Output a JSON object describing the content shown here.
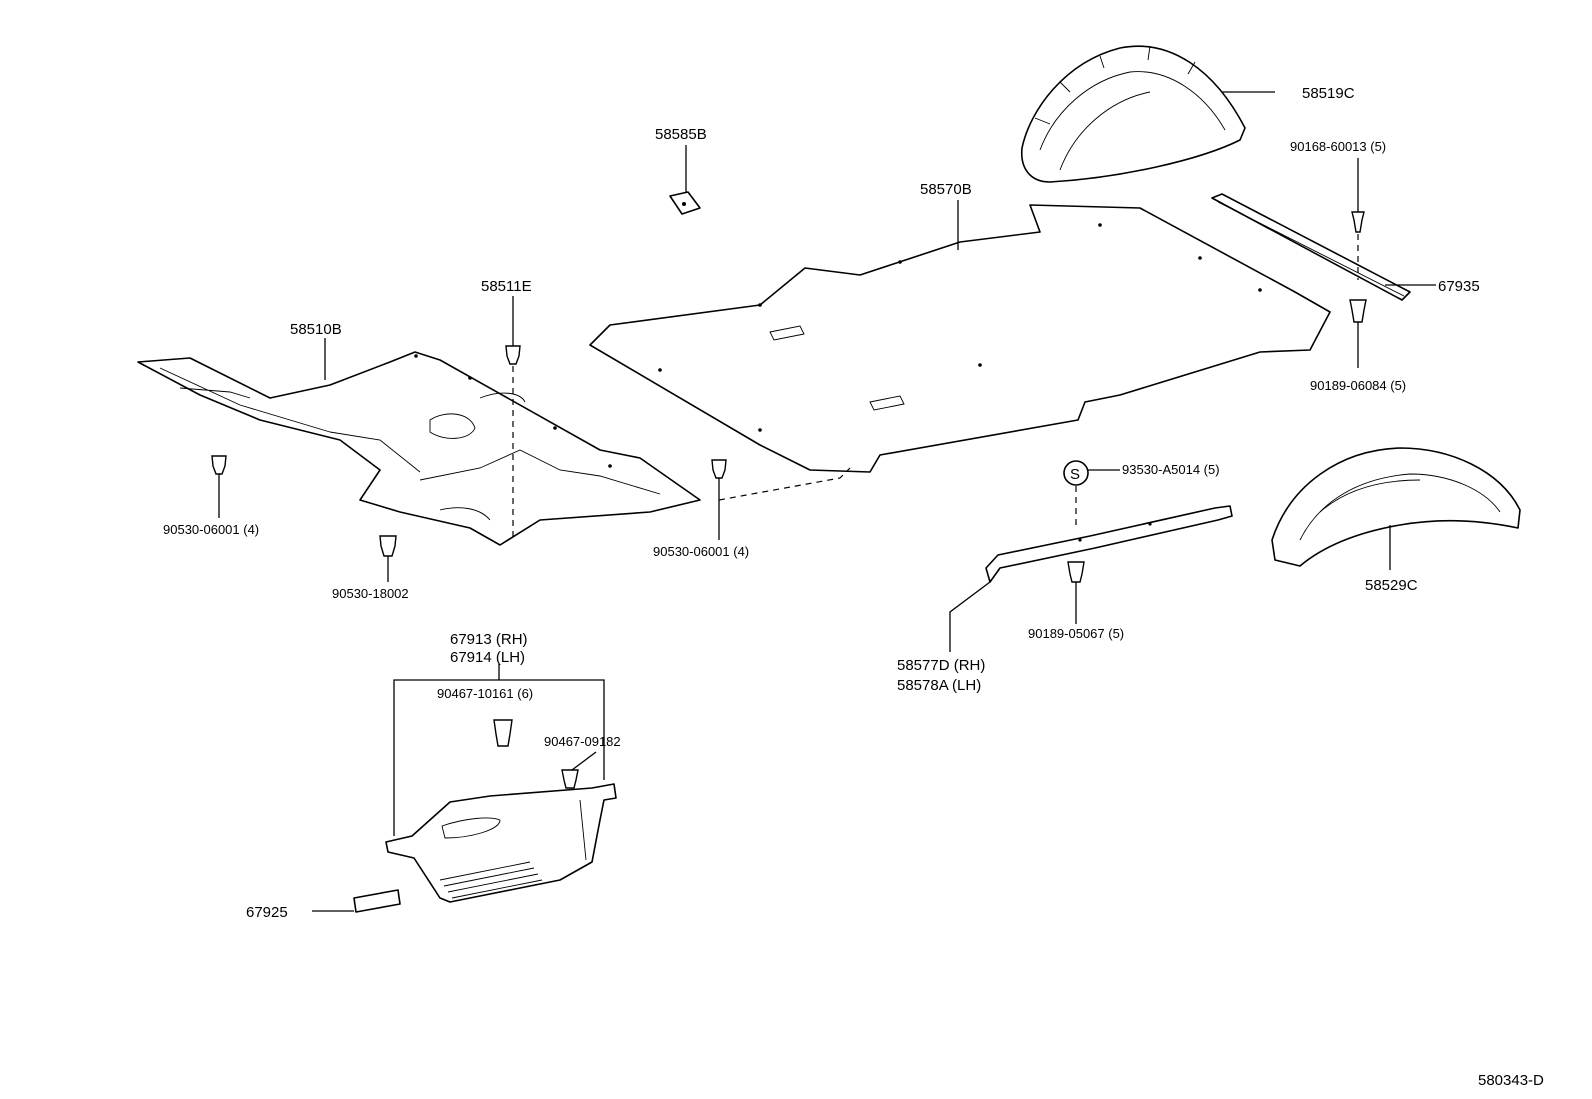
{
  "diagram_id": "580343-D",
  "parts": {
    "p58519C": "58519C",
    "p90168": "90168-60013 (5)",
    "p58585B": "58585B",
    "p58570B": "58570B",
    "p67935": "67935",
    "p58511E": "58511E",
    "p58510B": "58510B",
    "p90189_06084": "90189-06084 (5)",
    "p93530": "93530-A5014 (5)",
    "s_symbol": "S",
    "p90530_left": "90530-06001 (4)",
    "p90530_mid": "90530-06001 (4)",
    "p58529C": "58529C",
    "p90530_18002": "90530-18002",
    "p90189_05067": "90189-05067 (5)",
    "p67913": "67913 (RH)",
    "p67914": "67914 (LH)",
    "p58577D": "58577D (RH)",
    "p58578A": "58578A (LH)",
    "p90467_10161": "90467-10161 (6)",
    "p90467_09182": "90467-09182",
    "p67925": "67925"
  }
}
